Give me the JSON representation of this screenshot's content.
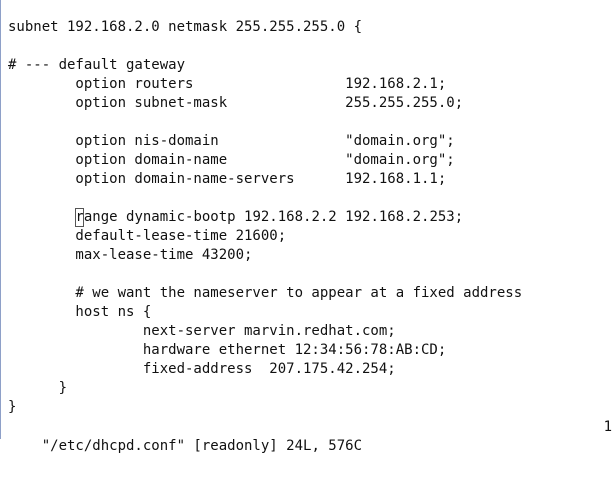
{
  "editor": {
    "lines": [
      "subnet 192.168.2.0 netmask 255.255.255.0 {",
      "",
      "# --- default gateway",
      "        option routers                  192.168.2.1;",
      "        option subnet-mask              255.255.255.0;",
      "",
      "        option nis-domain               \"domain.org\";",
      "        option domain-name              \"domain.org\";",
      "        option domain-name-servers      192.168.1.1;",
      "",
      "        range dynamic-bootp 192.168.2.2 192.168.2.253;",
      "        default-lease-time 21600;",
      "        max-lease-time 43200;",
      "",
      "        # we want the nameserver to appear at a fixed address",
      "        host ns {",
      "                next-server marvin.redhat.com;",
      "                hardware ethernet 12:34:56:78:AB:CD;",
      "                fixed-address  207.175.42.254;",
      "      }",
      "}"
    ],
    "cursor": {
      "line_index": 10,
      "before": "        ",
      "char": "r",
      "after": "ange dynamic-bootp 192.168.2.2 192.168.2.253;"
    }
  },
  "status_bar": {
    "message": "\"/etc/dhcpd.conf\" [readonly] 24L, 576C",
    "position": "1"
  }
}
